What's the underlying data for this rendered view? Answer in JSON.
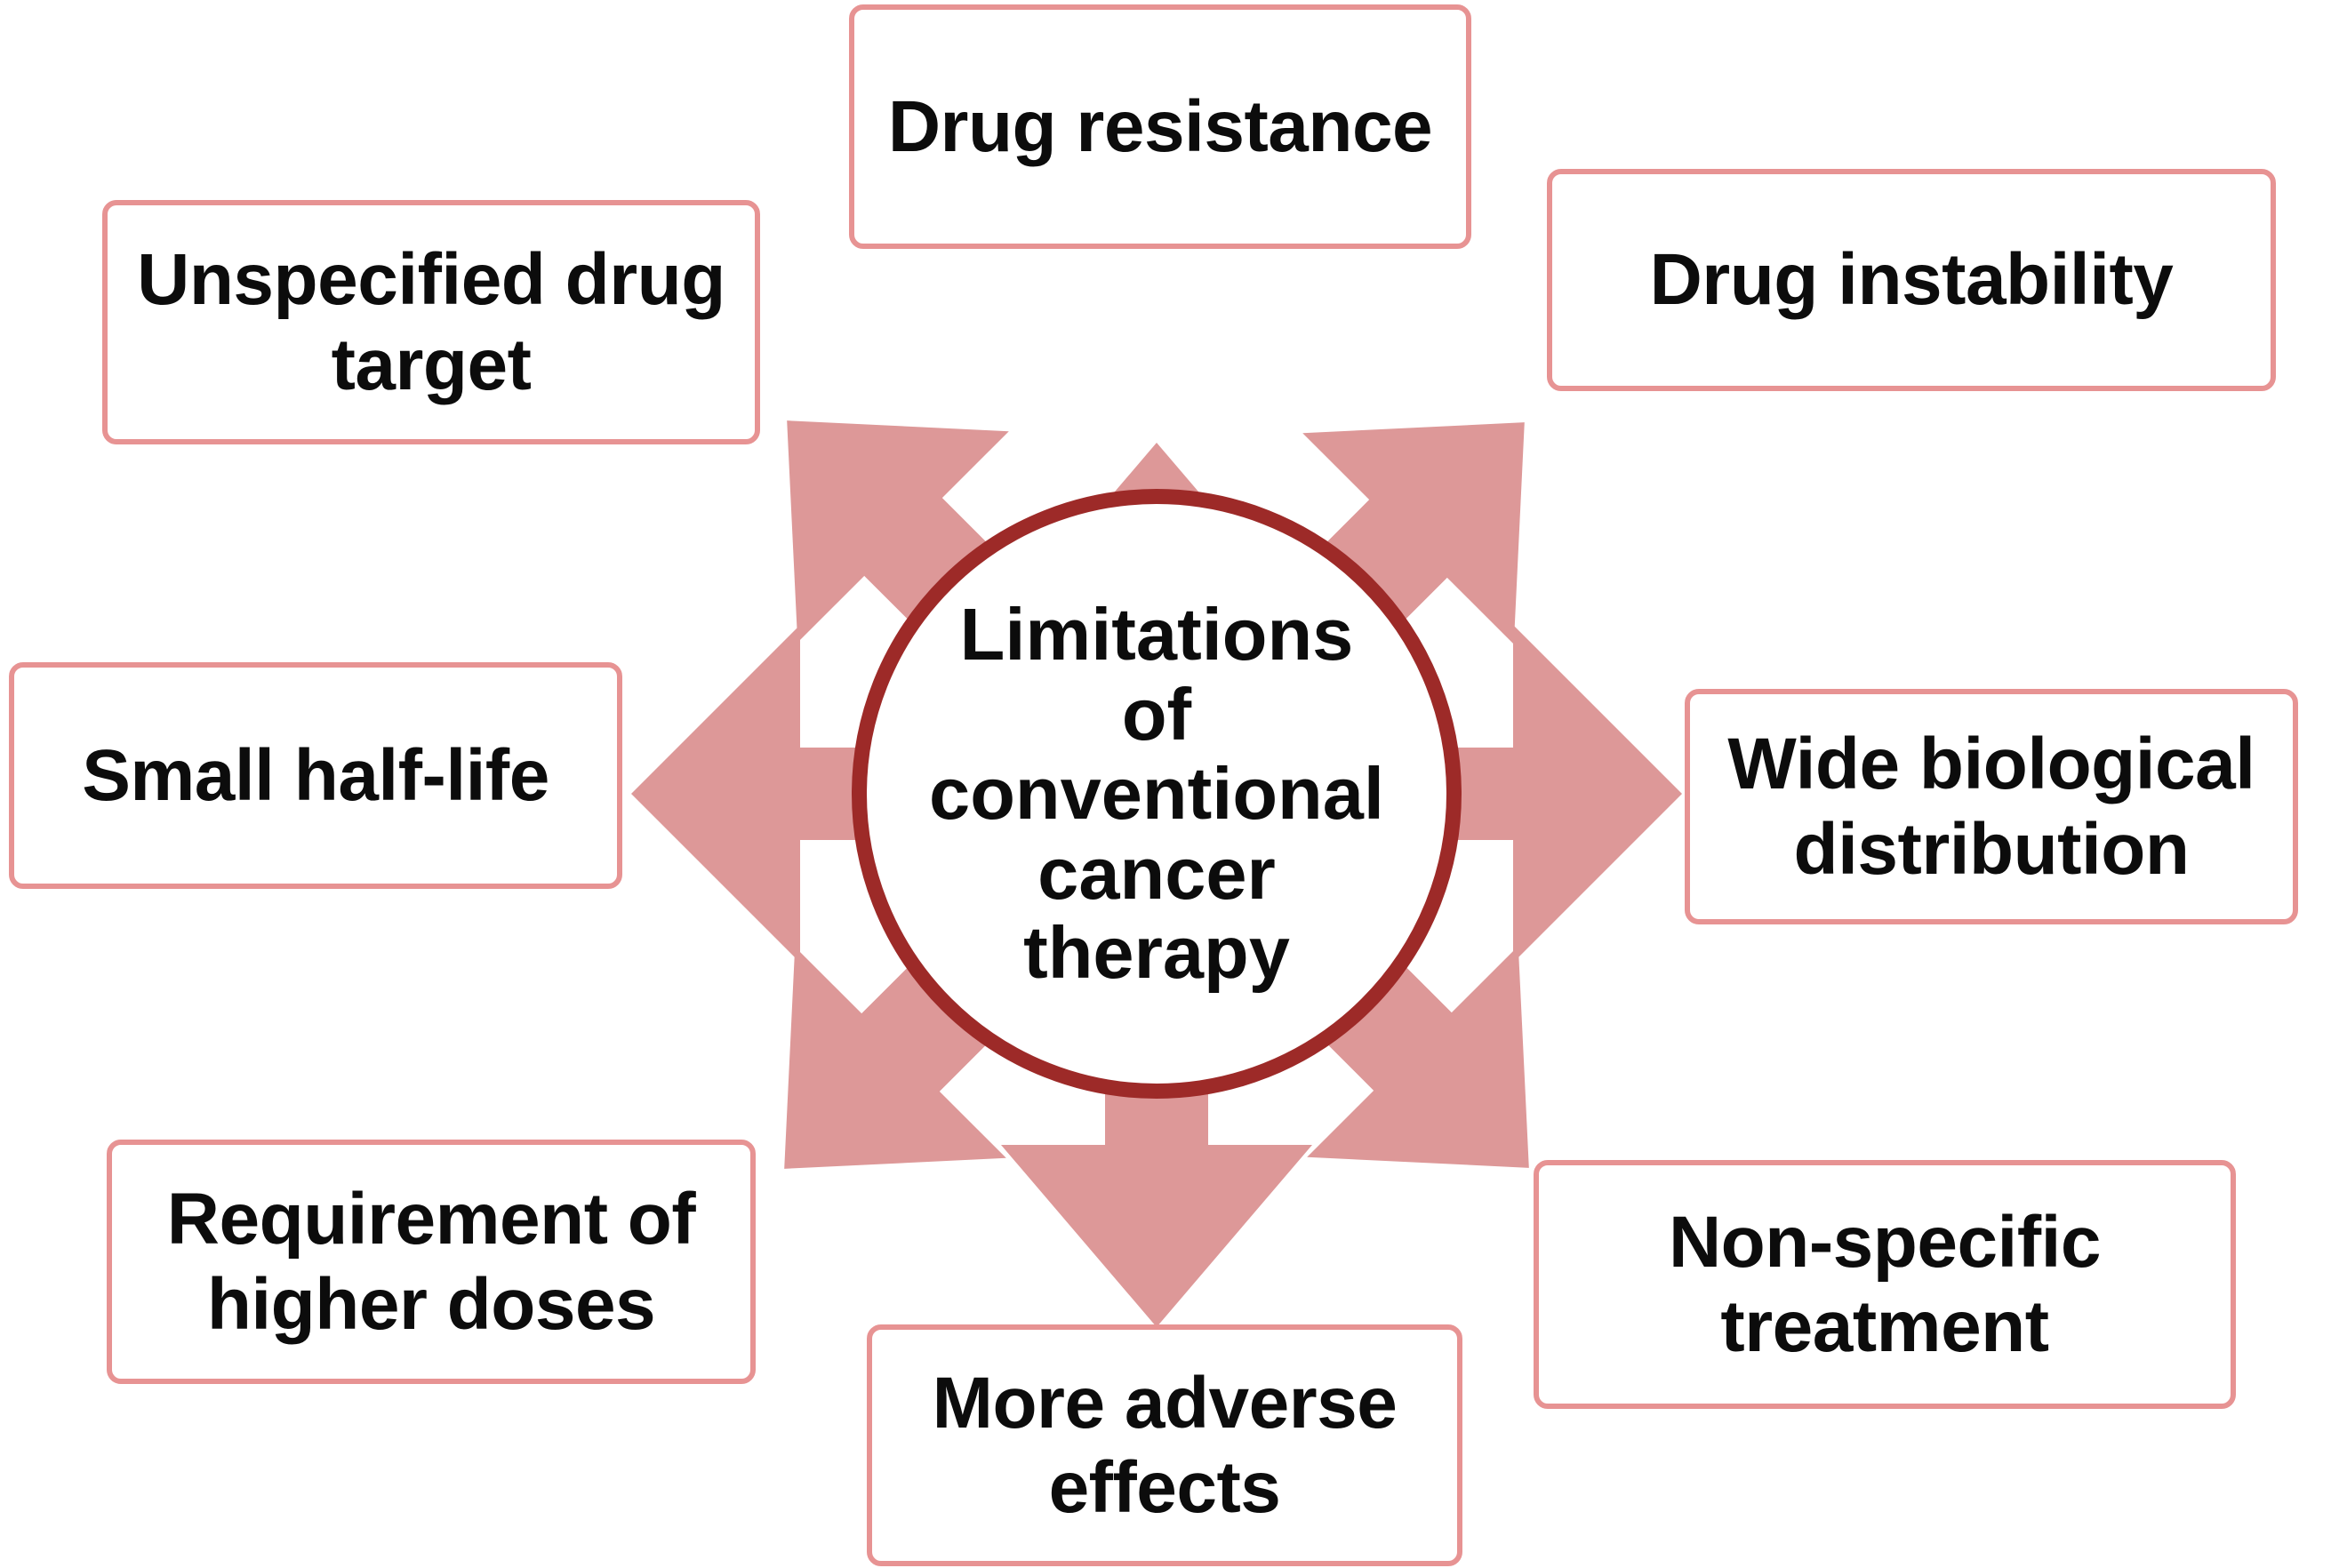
{
  "diagram": {
    "type": "radial-hub-and-spoke",
    "title": "Limitations of conventional cancer therapy",
    "center": {
      "label": "Limitations\nof\nconventional\ncancer\ntherapy",
      "shape": "circle",
      "stroke_color": "#9d2a28",
      "fill_color": "#ffffff"
    },
    "colors": {
      "arrow_fill": "#dd9898",
      "box_border": "#e79393",
      "box_fill": "#ffffff",
      "text": "#0c0c0c",
      "background": "#ffffff"
    },
    "arrow_count": 8,
    "nodes": [
      {
        "id": "drug-resistance",
        "label": "Drug resistance",
        "direction": "up",
        "angle_deg": 90,
        "arrow_icon": "arrow-up-icon"
      },
      {
        "id": "drug-instability",
        "label": "Drug instability",
        "direction": "up-right",
        "angle_deg": 45,
        "arrow_icon": "arrow-up-right-icon"
      },
      {
        "id": "wide-distribution",
        "label": "Wide biological\ndistribution",
        "direction": "right",
        "angle_deg": 0,
        "arrow_icon": "arrow-right-icon"
      },
      {
        "id": "non-specific",
        "label": "Non-specific\ntreatment",
        "direction": "down-right",
        "angle_deg": -45,
        "arrow_icon": "arrow-down-right-icon"
      },
      {
        "id": "more-adverse",
        "label": "More adverse\neffects",
        "direction": "down",
        "angle_deg": -90,
        "arrow_icon": "arrow-down-icon"
      },
      {
        "id": "requirement-doses",
        "label": "Requirement of\nhigher doses",
        "direction": "down-left",
        "angle_deg": -135,
        "arrow_icon": "arrow-down-left-icon"
      },
      {
        "id": "small-half-life",
        "label": "Small half-life",
        "direction": "left",
        "angle_deg": 180,
        "arrow_icon": "arrow-left-icon"
      },
      {
        "id": "unspecified-target",
        "label": "Unspecified drug\ntarget",
        "direction": "up-left",
        "angle_deg": 135,
        "arrow_icon": "arrow-up-left-icon"
      }
    ]
  }
}
